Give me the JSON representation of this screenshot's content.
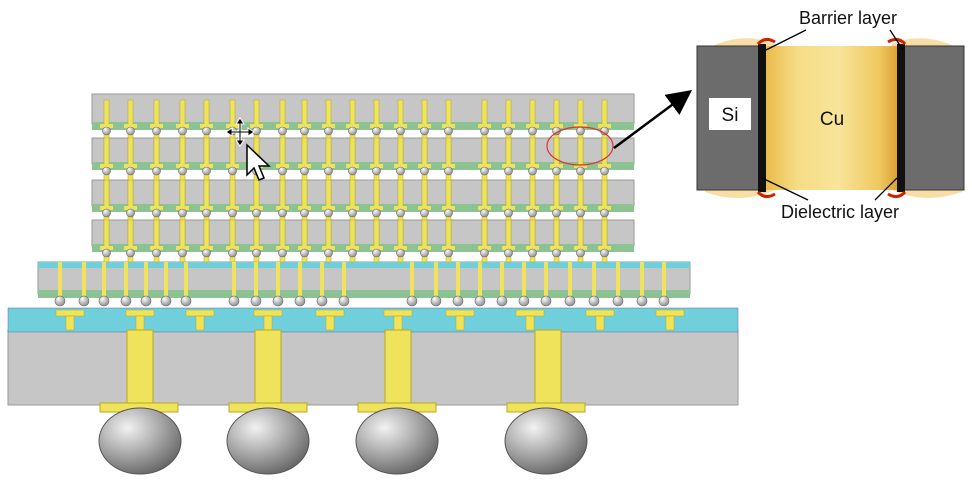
{
  "labels": {
    "barrier": "Barrier layer",
    "dielectric": "Dielectric layer",
    "si": "Si",
    "cu": "Cu"
  },
  "colors": {
    "silicon": "#c6c6c6",
    "green_layer": "#8dc292",
    "cyan_layer": "#6fd0dc",
    "via_yellow": "#eee35a",
    "bump_grey": "#9a9a9a",
    "inset_si": "#6c6c6c",
    "inset_cu": "#f1d978",
    "inset_barrier": "#cc2200"
  },
  "icons": [
    "move-cursor-icon",
    "arrow-cursor-icon"
  ]
}
